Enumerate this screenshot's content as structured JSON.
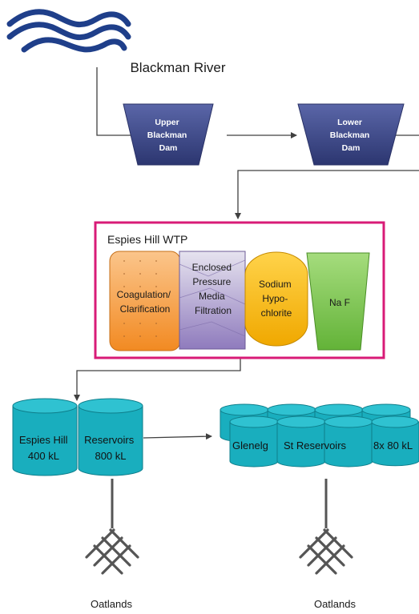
{
  "river": {
    "label": "Blackman River"
  },
  "dams": [
    {
      "lines": [
        "Upper",
        "Blackman",
        "Dam"
      ]
    },
    {
      "lines": [
        "Lower",
        "Blackman",
        "Dam"
      ]
    }
  ],
  "wtp": {
    "title": "Espies Hill WTP",
    "coagulation": [
      "Coagulation/",
      "Clarification"
    ],
    "filtration": [
      "Enclosed",
      "Pressure",
      "Media",
      "Filtration"
    ],
    "sodium": [
      "Sodium",
      "Hypo-",
      "chlorite"
    ],
    "naf": "Na F"
  },
  "reservoirs_left": {
    "left": [
      "Espies Hill",
      "400 kL"
    ],
    "right": [
      "Reservoirs",
      "800 kL"
    ]
  },
  "reservoirs_right": {
    "labels": [
      "Glenelg",
      "St Reservoirs",
      "8x 80 kL"
    ]
  },
  "outlets": [
    "Oatlands",
    "Oatlands"
  ],
  "colors": {
    "river": "#1f3f8a",
    "dam_fill": "#3e4a8c",
    "frame": "#d81b77",
    "coag": "#f59a3c",
    "filtration": "#8c7bb5",
    "sodium": "#f0b400",
    "naf": "#77c24b",
    "tank": "#19aebe",
    "grid": "#555555"
  }
}
